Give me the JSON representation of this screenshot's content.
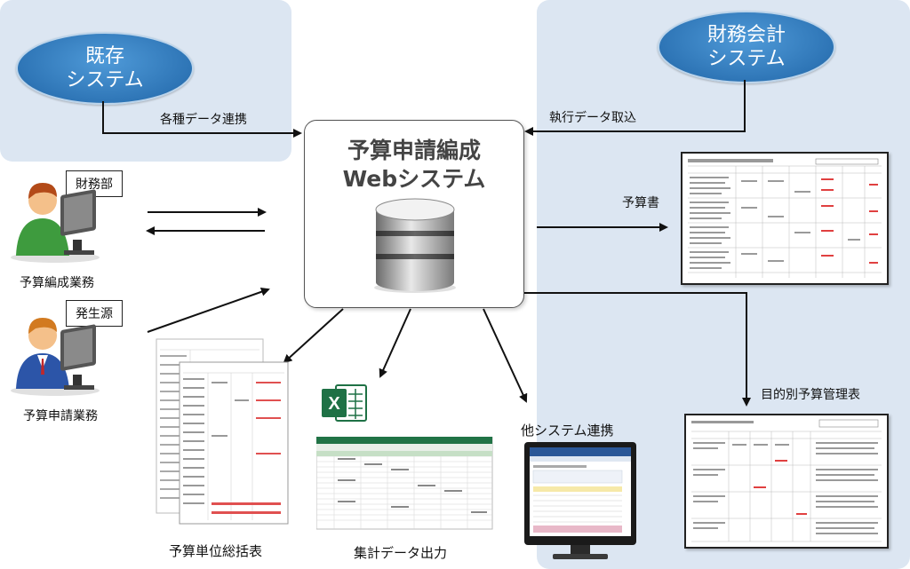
{
  "nodes": {
    "existing_system": "既存\nシステム",
    "finance_system": "財務会計\nシステム",
    "center_line1": "予算申請編成",
    "center_line2": "Webシステム"
  },
  "edges": {
    "various_data_link": "各種データ連携",
    "execution_data_import": "執行データ取込",
    "budget_book": "予算書",
    "purpose_budget_table": "目的別予算管理表",
    "other_system_link": "他システム連携"
  },
  "actors": {
    "finance_dept": "財務部",
    "budget_work": "予算編成業務",
    "origin": "発生源",
    "request_work": "予算申請業務"
  },
  "outputs": {
    "unit_summary": "予算単位総括表",
    "aggregate_output": "集計データ出力"
  },
  "icons": {
    "excel_letter": "X",
    "database": "database-icon",
    "user": "user-at-computer-icon"
  },
  "colors": {
    "panel": "#dce6f2",
    "ellipse": "#2e75b6",
    "excel_green": "#1e7145"
  }
}
